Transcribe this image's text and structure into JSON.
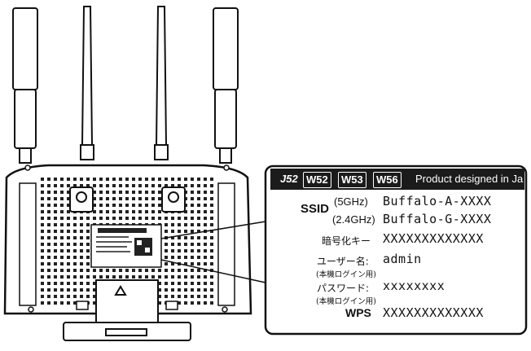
{
  "label": {
    "bands": [
      "J52",
      "W52",
      "W53",
      "W56"
    ],
    "product_text": "Product designed in Ja",
    "ssid_title": "SSID",
    "ssid_5g_freq": "(5GHz)",
    "ssid_5g_value": "Buffalo-A-XXXX",
    "ssid_24g_freq": "(2.4GHz)",
    "ssid_24g_value": "Buffalo-G-XXXX",
    "key_title": "暗号化キー",
    "key_value": "XXXXXXXXXXXXX",
    "user_title": "ユーザー名:",
    "user_note": "(本機ログイン用)",
    "user_value": "admin",
    "pass_title": "パスワード:",
    "pass_note": "(本機ログイン用)",
    "pass_value": "xxxxxxxx",
    "wps_title": "WPS",
    "wps_value": "XXXXXXXXXXXXX"
  },
  "colors": {
    "ink": "#111111",
    "band_bg": "#1b1b1b",
    "panel": "#ffffff"
  }
}
